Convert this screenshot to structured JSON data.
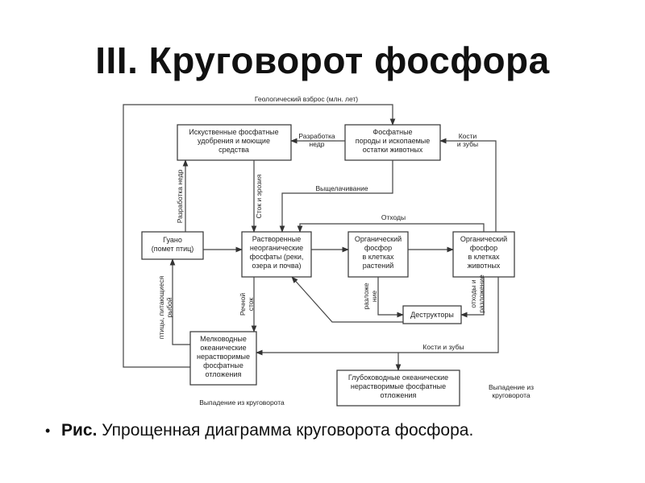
{
  "title": "III. Круговорот фосфора",
  "caption": {
    "bullet": "•",
    "bold": "Рис.",
    "text": " Упрощенная диаграмма круговорота фосфора."
  },
  "boxes": {
    "fertilizers": [
      "Искуственные фосфатные",
      "удобрения и моющие",
      "средства"
    ],
    "phosphate_rocks": [
      "Фосфатные",
      "породы и ископаемые",
      "остатки животных"
    ],
    "guano": [
      "Гуано",
      "(помет птиц)"
    ],
    "dissolved": [
      "Растворенные",
      "неорганические",
      "фосфаты (реки,",
      "озера и почва)"
    ],
    "org_plants": [
      "Органический",
      "фосфор",
      "в клетках",
      "растений"
    ],
    "org_animals": [
      "Органический",
      "фосфор",
      "в клетках",
      "животных"
    ],
    "decomposers": [
      "Деструкторы"
    ],
    "shallow": [
      "Мелководные",
      "океанические",
      "нерастворимые",
      "фосфатные",
      "отложения"
    ],
    "deep": [
      "Глубоководные океанические",
      "нерастворимые фосфатные",
      "отложения"
    ]
  },
  "labels": {
    "uplift": "Геологический взброс (млн. лет)",
    "mining": [
      "Разработка",
      "недр"
    ],
    "bones_top": [
      "Кости",
      "и зубы"
    ],
    "leaching": "Выщелачивание",
    "waste": "Отходы",
    "mining_vertical": "Разработка недр",
    "runoff_vertical": "Сток и эрозия",
    "birds": [
      "птицы, питающиеся",
      "рыбой"
    ],
    "river_runoff": [
      "Речной",
      "сток"
    ],
    "decomposition": [
      "разложе",
      "ние"
    ],
    "waste_decomp": [
      "отходы и",
      "разложение"
    ],
    "bones_bottom": "Кости и зубы",
    "removal_left": "Выпадение из круговорота",
    "removal_right": [
      "Выпадение из",
      "круговорота"
    ]
  }
}
